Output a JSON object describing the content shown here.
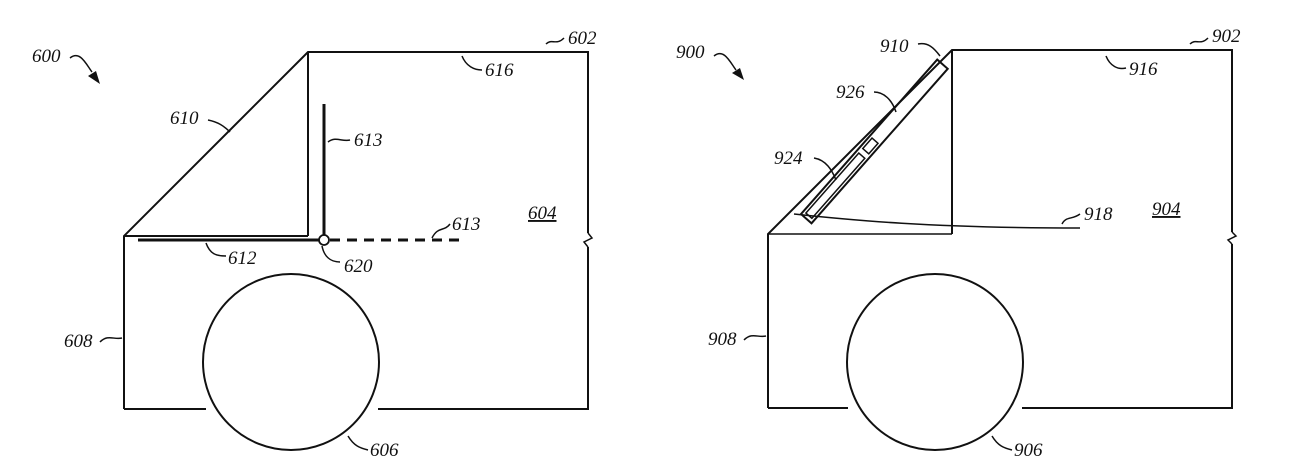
{
  "figure_left": {
    "ref_main": "600",
    "labels": {
      "body_top": "602",
      "panel": "604",
      "wheel": "606",
      "side": "608",
      "windshield": "610",
      "horiz_axis": "612",
      "vert_axis": "613",
      "ext_axis": "613",
      "roof": "616",
      "pivot": "620"
    }
  },
  "figure_right": {
    "ref_main": "900",
    "labels": {
      "body_top": "902",
      "panel": "904",
      "wheel": "906",
      "side": "908",
      "windshield": "910",
      "roof": "916",
      "hood_curve": "918",
      "lower_segment": "924",
      "upper_segment": "926"
    }
  }
}
